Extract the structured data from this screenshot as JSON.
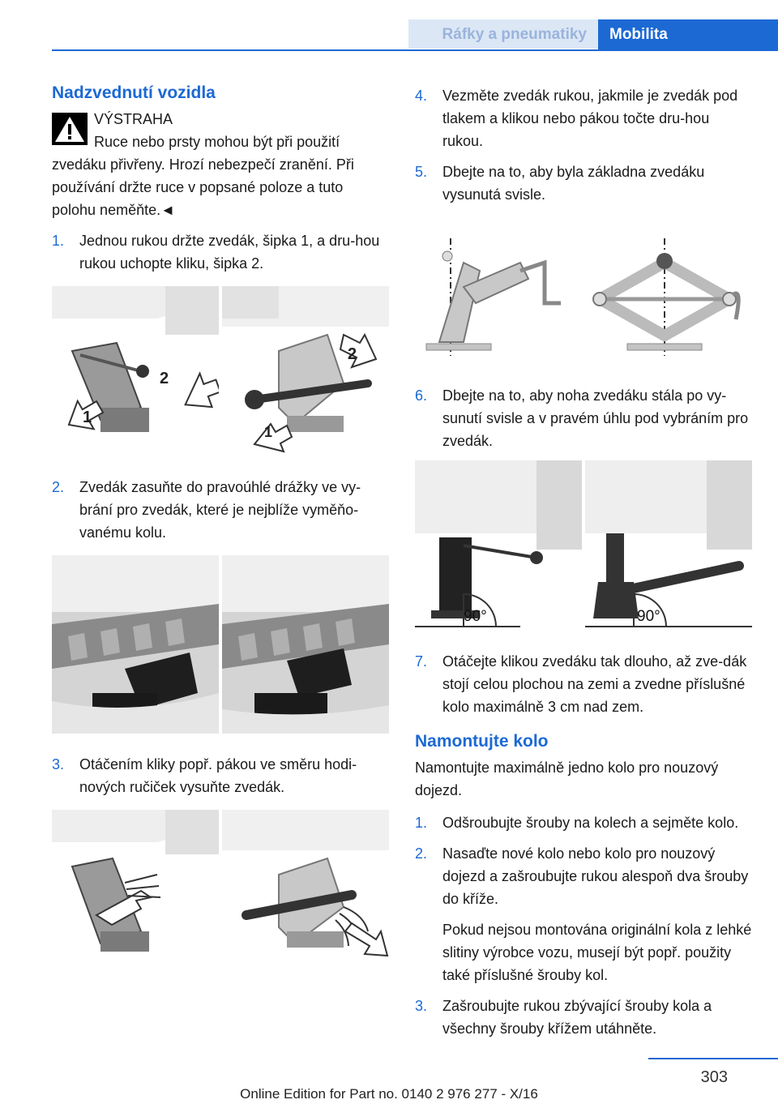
{
  "header": {
    "section_tab": "Ráfky a pneumatiky",
    "chapter_tab": "Mobilita"
  },
  "left": {
    "heading": "Nadzvednutí vozidla",
    "warning_title": "VÝSTRAHA",
    "warning_text": "Ruce nebo prsty mohou být při použití zvedáku přivřeny. Hrozí nebezpečí zranění. Při používání držte ruce v popsané poloze a tuto polohu neměňte.◄",
    "steps": [
      {
        "num": "1.",
        "text": "Jednou rukou držte zvedák, šipka 1, a dru‐hou rukou uchopte kliku, šipka 2."
      },
      {
        "num": "2.",
        "text": "Zvedák zasuňte do pravoúhlé drážky ve vy‐brání pro zvedák, které je nejblíže vyměňo‐vanému kolu."
      },
      {
        "num": "3.",
        "text": "Otáčením kliky popř. pákou ve směru hodi‐nových ručiček vysuňte zvedák."
      }
    ],
    "fig1_labels": [
      "1",
      "2",
      "2",
      "1"
    ]
  },
  "right": {
    "steps": [
      {
        "num": "4.",
        "text": "Vezměte zvedák rukou, jakmile je zvedák pod tlakem a klikou nebo pákou točte dru‐hou rukou."
      },
      {
        "num": "5.",
        "text": "Dbejte na to, aby byla základna zvedáku vysunutá svisle."
      },
      {
        "num": "6.",
        "text": "Dbejte na to, aby noha zvedáku stála po vy‐sunutí svisle a v pravém úhlu pod vybráním pro zvedák."
      },
      {
        "num": "7.",
        "text": "Otáčejte klikou zvedáku tak dlouho, až zve‐dák stojí celou plochou na zemi a zvedne příslušné kolo maximálně 3 cm nad zem."
      }
    ],
    "angle_labels": [
      "90°",
      "90°"
    ],
    "heading2": "Namontujte kolo",
    "intro": "Namontujte maximálně jedno kolo pro nouzový dojezd.",
    "steps2": [
      {
        "num": "1.",
        "text": "Odšroubujte šrouby na kolech a sejměte kolo."
      },
      {
        "num": "2.",
        "text": "Nasaďte nové kolo nebo kolo pro nouzový dojezd a zašroubujte rukou alespoň dva šrouby do kříže.",
        "note": "Pokud nejsou montována originální kola z lehké slitiny výrobce vozu, musejí být popř. použity také příslušné šrouby kol."
      },
      {
        "num": "3.",
        "text": "Zašroubujte rukou zbývající šrouby kola a všechny šrouby křížem utáhněte."
      }
    ]
  },
  "footer": {
    "page_number": "303",
    "edition": "Online Edition for Part no. 0140 2 976 277 - X/16"
  },
  "colors": {
    "accent": "#1c69d4",
    "tab_inactive_bg": "#dce7f6"
  }
}
